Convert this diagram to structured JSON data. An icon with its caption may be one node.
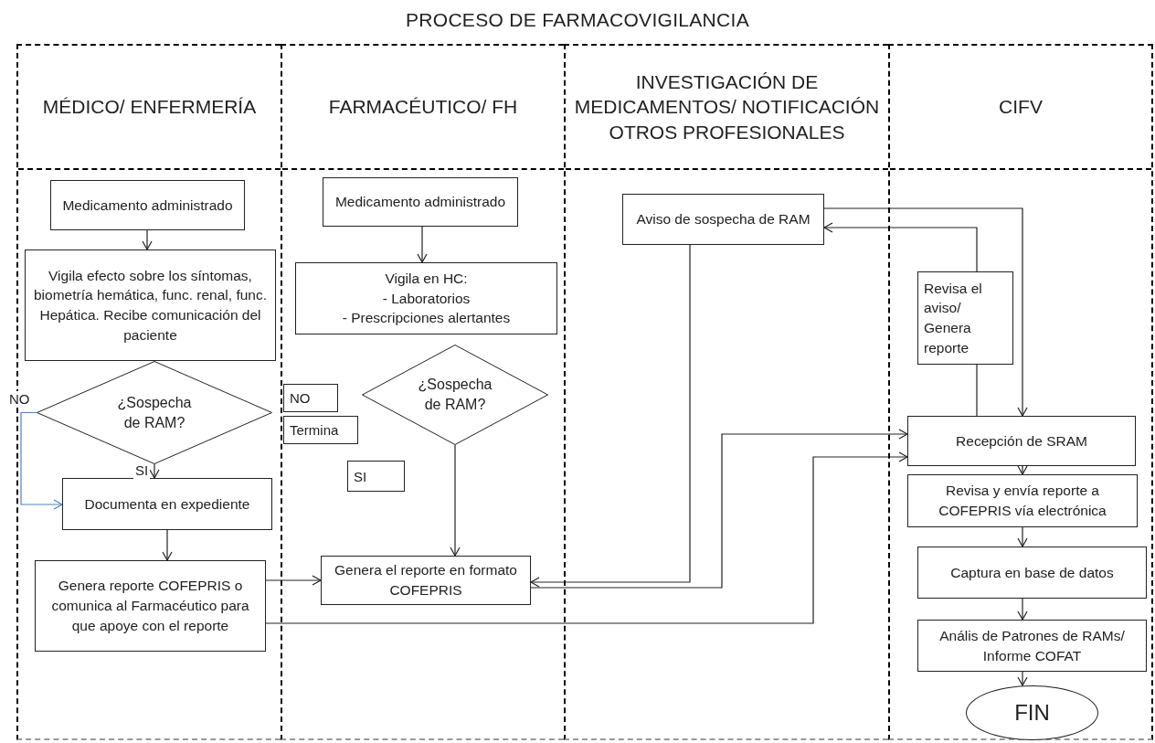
{
  "diagram": {
    "title": "PROCESO DE FARMACOVIGILANCIA",
    "nodes": [
      {
        "text": [
          "MÉDICO/ ENFERMERÍA"
        ]
      },
      {
        "text": [
          "FARMACÉUTICO/ FH"
        ]
      },
      {
        "text": [
          "INVESTIGACIÓN DE MEDICAMENTOS/ NOTIFICACIÓN OTROS PROFESIONALES"
        ]
      },
      {
        "text": [
          "CIFV"
        ]
      },
      {
        "text": [
          "Medicamento administrado"
        ],
        "in": 0
      },
      {
        "text": [
          "Vigila efecto sobre los síntomas, biometría hemática, func. renal, func. Hepática. Recibe comunicación del paciente"
        ],
        "in": 0
      },
      {
        "text": [
          "¿Sospecha de RAM?"
        ],
        "in": 0
      },
      {
        "text": [
          "Documenta en expediente"
        ],
        "in": 0
      },
      {
        "text": [
          "Genera reporte COFEPRIS o comunica al Farmacéutico para que apoye con el reporte"
        ],
        "in": 0
      },
      {
        "text": [
          "Medicamento administrado"
        ],
        "in": 1
      },
      {
        "text": [
          "Vigila en HC:",
          "- Laboratorios",
          "- Prescripciones alertantes"
        ],
        "in": 1
      },
      {
        "text": [
          "¿Sospecha de RAM?"
        ],
        "in": 1
      },
      {
        "text": [
          "NO"
        ],
        "in": 1
      },
      {
        "text": [
          "Termina"
        ],
        "in": 1
      },
      {
        "text": [
          "SI"
        ],
        "in": 1
      },
      {
        "text": [
          "Genera el reporte en formato COFEPRIS"
        ],
        "in": 1
      },
      {
        "text": [
          "Aviso de sospecha de RAM"
        ],
        "in": 2
      },
      {
        "text": [
          "Revisa el aviso/ Genera reporte"
        ],
        "in": 3
      },
      {
        "text": [
          "Recepción de SRAM"
        ],
        "in": 3
      },
      {
        "text": [
          "Revisa y envía reporte a COFEPRIS vía electrónica"
        ],
        "in": 3
      },
      {
        "text": [
          "Captura en base de datos"
        ],
        "in": 3
      },
      {
        "text": [
          "Anális de Patrones de RAMs/ Informe COFAT"
        ],
        "in": 3
      },
      {
        "text": [
          "FIN"
        ],
        "in": 3
      }
    ],
    "edges": [
      {
        "from": 4,
        "to": 5,
        "arrow": "to"
      },
      {
        "from": 6,
        "to": 7,
        "arrow": "to",
        "label": "SI"
      },
      {
        "from": 6,
        "to": 7,
        "arrow": "to",
        "label": "NO",
        "color": "#4f81bd"
      },
      {
        "from": 7,
        "to": 8,
        "arrow": "to"
      },
      {
        "from": 8,
        "to": 15,
        "arrow": "to"
      },
      {
        "from": 8,
        "to": 18,
        "arrow": "to"
      },
      {
        "from": 9,
        "to": 10,
        "arrow": "to"
      },
      {
        "from": 11,
        "to": 15,
        "arrow": "to"
      },
      {
        "from": 16,
        "to": 15,
        "arrow": "to"
      },
      {
        "from": 15,
        "to": 18,
        "arrow": "to"
      },
      {
        "from": 17,
        "to": 16,
        "arrow": "to"
      },
      {
        "from": 17,
        "to": 18,
        "arrow": "none"
      },
      {
        "from": 16,
        "to": 18,
        "arrow": "to"
      },
      {
        "from": 18,
        "to": 19,
        "arrow": "to"
      },
      {
        "from": 19,
        "to": 20,
        "arrow": "to"
      },
      {
        "from": 20,
        "to": 21,
        "arrow": "to"
      },
      {
        "from": 21,
        "to": 22,
        "arrow": "to"
      }
    ]
  }
}
